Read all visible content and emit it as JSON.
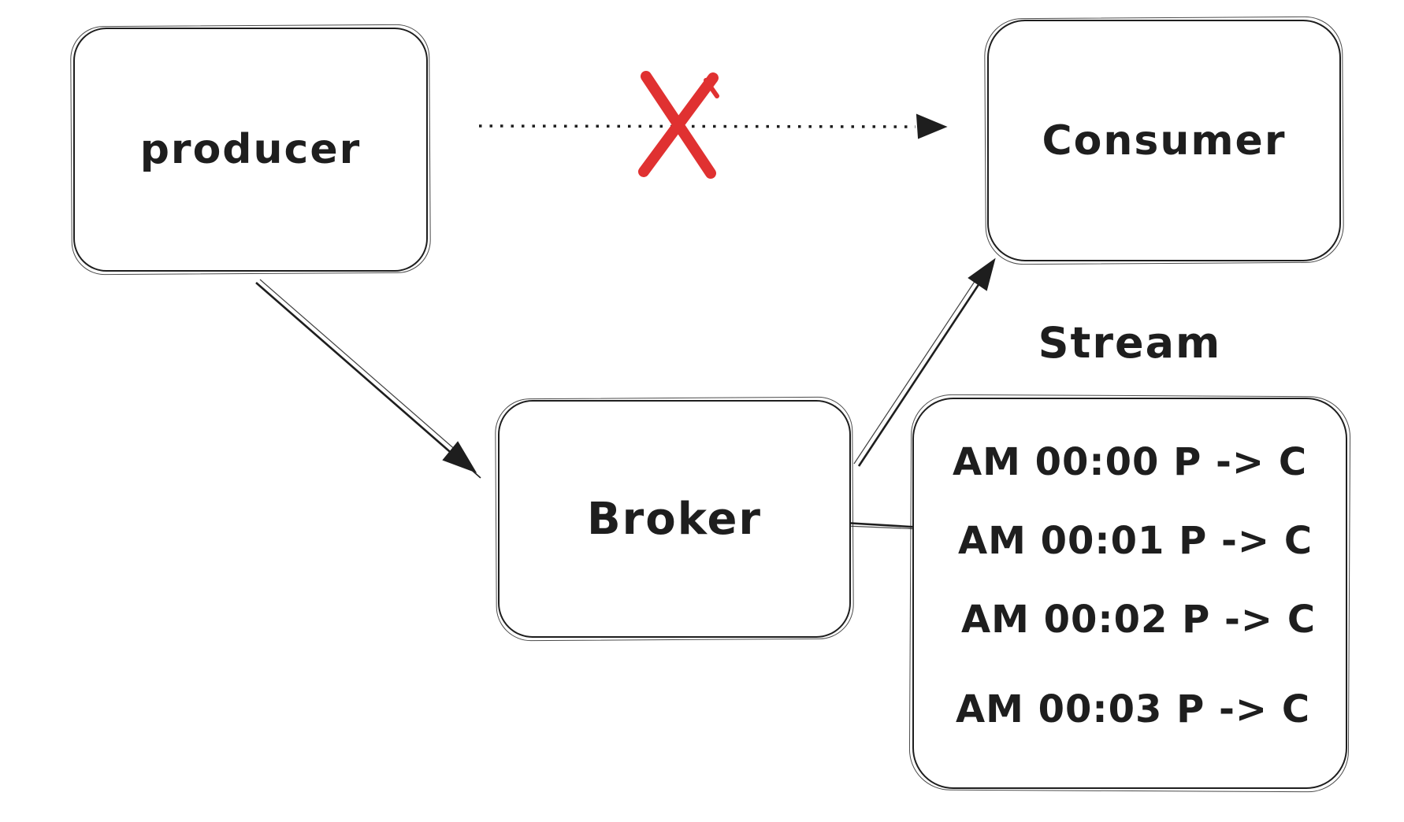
{
  "diagram": {
    "nodes": {
      "producer": {
        "label": "producer"
      },
      "broker": {
        "label": "Broker"
      },
      "consumer": {
        "label": "Consumer"
      }
    },
    "stream": {
      "title": "Stream",
      "entries": [
        "AM 00:00 P -> C",
        "AM 00:01 P -> C",
        "AM 00:02 P -> C",
        "AM 00:03 P -> C"
      ]
    },
    "edges": {
      "producer_to_consumer": {
        "style": "dotted",
        "status": "blocked"
      },
      "producer_to_broker": {
        "style": "solid"
      },
      "broker_to_consumer": {
        "style": "solid"
      },
      "broker_to_stream": {
        "style": "plain-line"
      }
    },
    "colors": {
      "ink": "#1e1e1e",
      "cross_red": "#e03131",
      "background": "#ffffff"
    }
  }
}
